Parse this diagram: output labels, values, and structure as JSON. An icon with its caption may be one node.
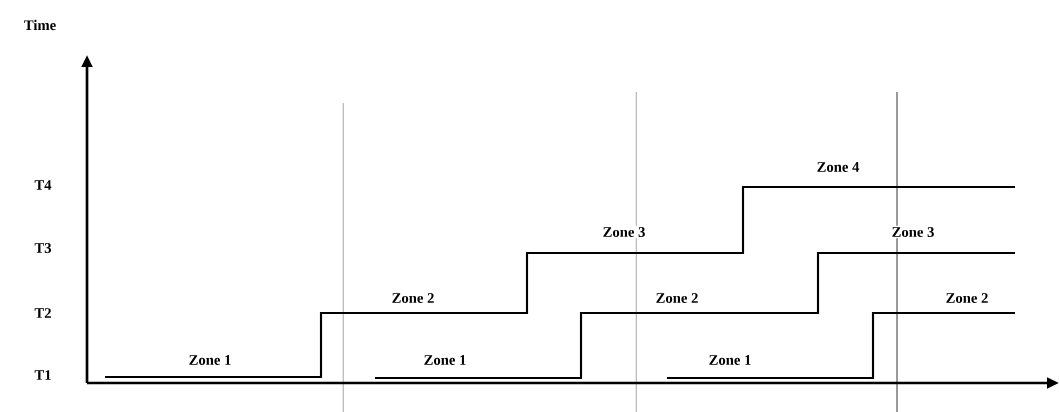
{
  "diagram": {
    "labels": [
      "Time",
      "Zone 4",
      "T4",
      "Zone 3",
      "Zone 3",
      "T3",
      "Zone 2",
      "Zone 2",
      "Zone 2",
      "T2",
      "Zone 1",
      "Zone 1",
      "Zone 1",
      "T1"
    ]
  }
}
